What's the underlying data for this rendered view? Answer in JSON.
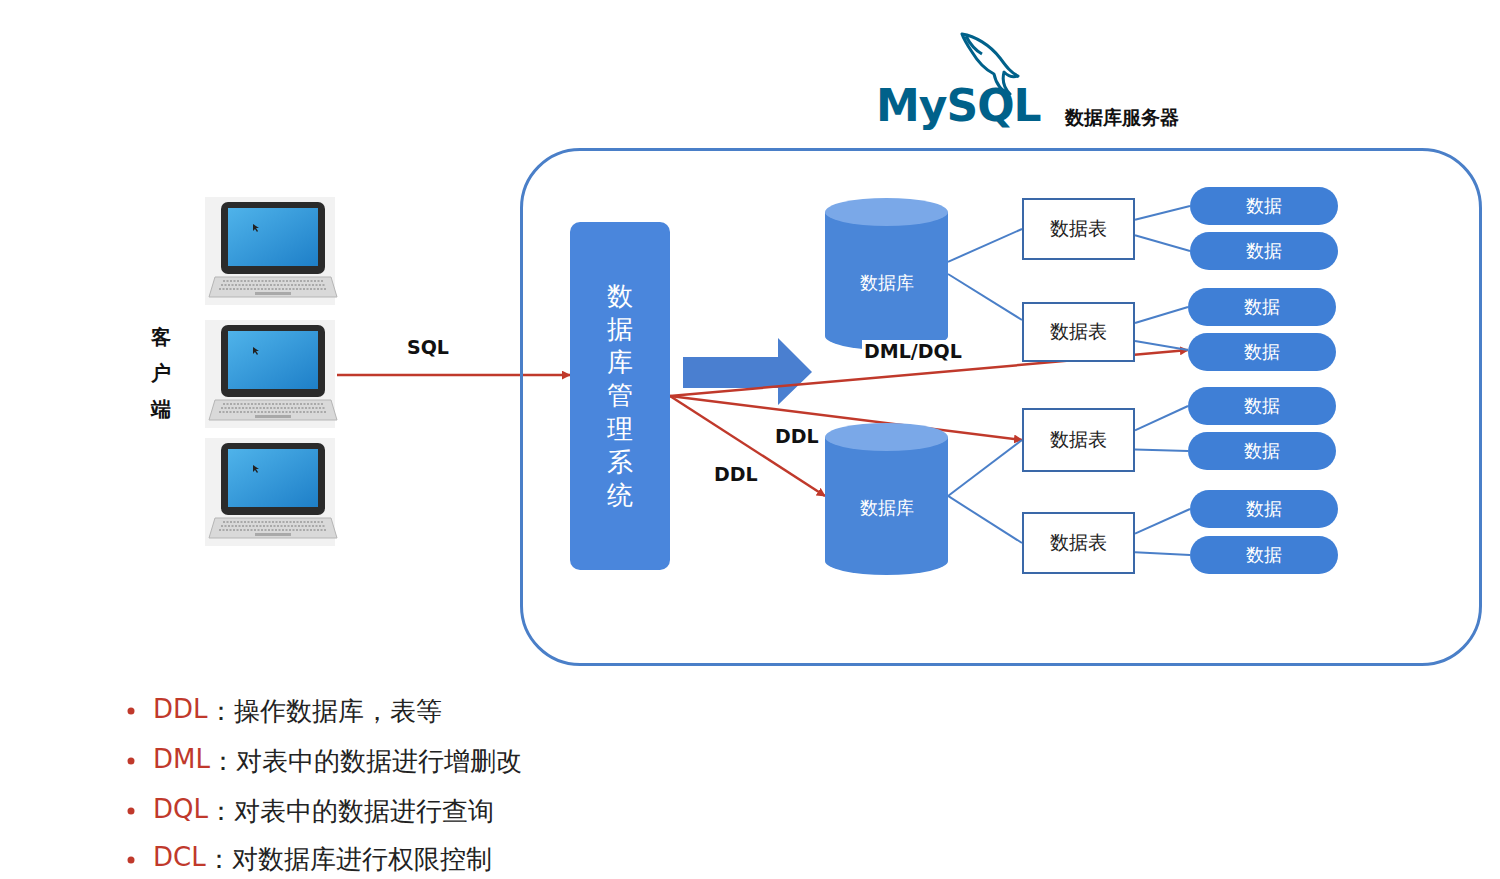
{
  "diagram": {
    "nodes": [
      {
        "text": [
          "数据库服务器"
        ]
      },
      {
        "text": [
          "客户端"
        ]
      },
      {
        "text": [
          "数据库管理系统"
        ],
        "in": 0
      },
      {
        "text": [
          "数据库"
        ],
        "in": 0
      },
      {
        "text": [
          "数据表"
        ],
        "in": 0
      },
      {
        "text": [
          "数据表"
        ],
        "in": 0
      },
      {
        "text": [
          "数据库"
        ],
        "in": 0
      },
      {
        "text": [
          "数据表"
        ],
        "in": 0
      },
      {
        "text": [
          "数据表"
        ],
        "in": 0
      },
      {
        "text": [
          "数据"
        ],
        "in": 0
      },
      {
        "text": [
          "数据"
        ],
        "in": 0
      },
      {
        "text": [
          "数据"
        ],
        "in": 0
      },
      {
        "text": [
          "数据"
        ],
        "in": 0
      },
      {
        "text": [
          "数据"
        ],
        "in": 0
      },
      {
        "text": [
          "数据"
        ],
        "in": 0
      },
      {
        "text": [
          "数据"
        ],
        "in": 0
      },
      {
        "text": [
          "数据"
        ],
        "in": 0
      }
    ],
    "edges": [
      {
        "from": 1,
        "to": 2,
        "arrow": "to",
        "label": "SQL"
      },
      {
        "from": 2,
        "to": 12,
        "arrow": "to",
        "label": "DML/DQL"
      },
      {
        "from": 2,
        "to": 7,
        "arrow": "to",
        "label": "DDL"
      },
      {
        "from": 2,
        "to": 6,
        "arrow": "to",
        "label": "DDL"
      },
      {
        "from": 3,
        "to": 4,
        "arrow": "none"
      },
      {
        "from": 3,
        "to": 5,
        "arrow": "none"
      },
      {
        "from": 6,
        "to": 7,
        "arrow": "none"
      },
      {
        "from": 6,
        "to": 8,
        "arrow": "none"
      },
      {
        "from": 4,
        "to": 9,
        "arrow": "none"
      },
      {
        "from": 4,
        "to": 10,
        "arrow": "none"
      },
      {
        "from": 5,
        "to": 11,
        "arrow": "none"
      },
      {
        "from": 5,
        "to": 12,
        "arrow": "none"
      },
      {
        "from": 7,
        "to": 13,
        "arrow": "none"
      },
      {
        "from": 7,
        "to": 14,
        "arrow": "none"
      },
      {
        "from": 8,
        "to": 15,
        "arrow": "none"
      },
      {
        "from": 8,
        "to": 16,
        "arrow": "none"
      }
    ],
    "labels": [
      "MySQL",
      "DDL",
      "：操作数据库，表等",
      "DML",
      "：对表中的数据进行增删改",
      "DQL",
      "：对表中的数据进行查询",
      "DCL",
      "：对数据库进行权限控制"
    ]
  }
}
